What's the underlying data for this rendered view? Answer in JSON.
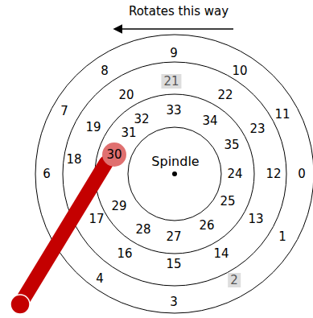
{
  "diagram": {
    "labels": [
      "Rotates this way",
      "Spindle",
      "0",
      "1",
      "2",
      "3",
      "4",
      "6",
      "7",
      "8",
      "9",
      "10",
      "11",
      "12",
      "13",
      "14",
      "15",
      "16",
      "17",
      "18",
      "19",
      "20",
      "21",
      "22",
      "23",
      "24",
      "25",
      "26",
      "27",
      "28",
      "29",
      "30",
      "31",
      "32",
      "33",
      "34",
      "35"
    ]
  }
}
